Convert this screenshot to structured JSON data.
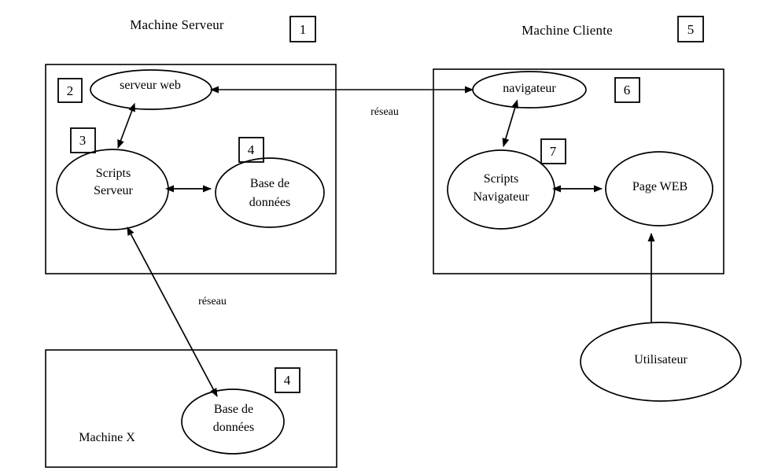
{
  "diagram": {
    "title_server": "Machine Serveur",
    "title_client": "Machine Cliente",
    "machine_x_label": "Machine X",
    "network_label_top": "réseau",
    "network_label_bottom": "réseau",
    "nodes": {
      "serveur_web": "serveur web",
      "scripts_serveur_line1": "Scripts",
      "scripts_serveur_line2": "Serveur",
      "base_donnees_server_line1": "Base de",
      "base_donnees_server_line2": "données",
      "navigateur": "navigateur",
      "scripts_navigateur_line1": "Scripts",
      "scripts_navigateur_line2": "Navigateur",
      "page_web": "Page WEB",
      "base_donnees_x_line1": "Base de",
      "base_donnees_x_line2": "données",
      "utilisateur": "Utilisateur"
    },
    "numbers": {
      "n1": "1",
      "n2": "2",
      "n3": "3",
      "n4_server": "4",
      "n5": "5",
      "n6": "6",
      "n7": "7",
      "n4_machinex": "4"
    },
    "colors": {
      "stroke": "#000000",
      "background": "#ffffff"
    }
  }
}
